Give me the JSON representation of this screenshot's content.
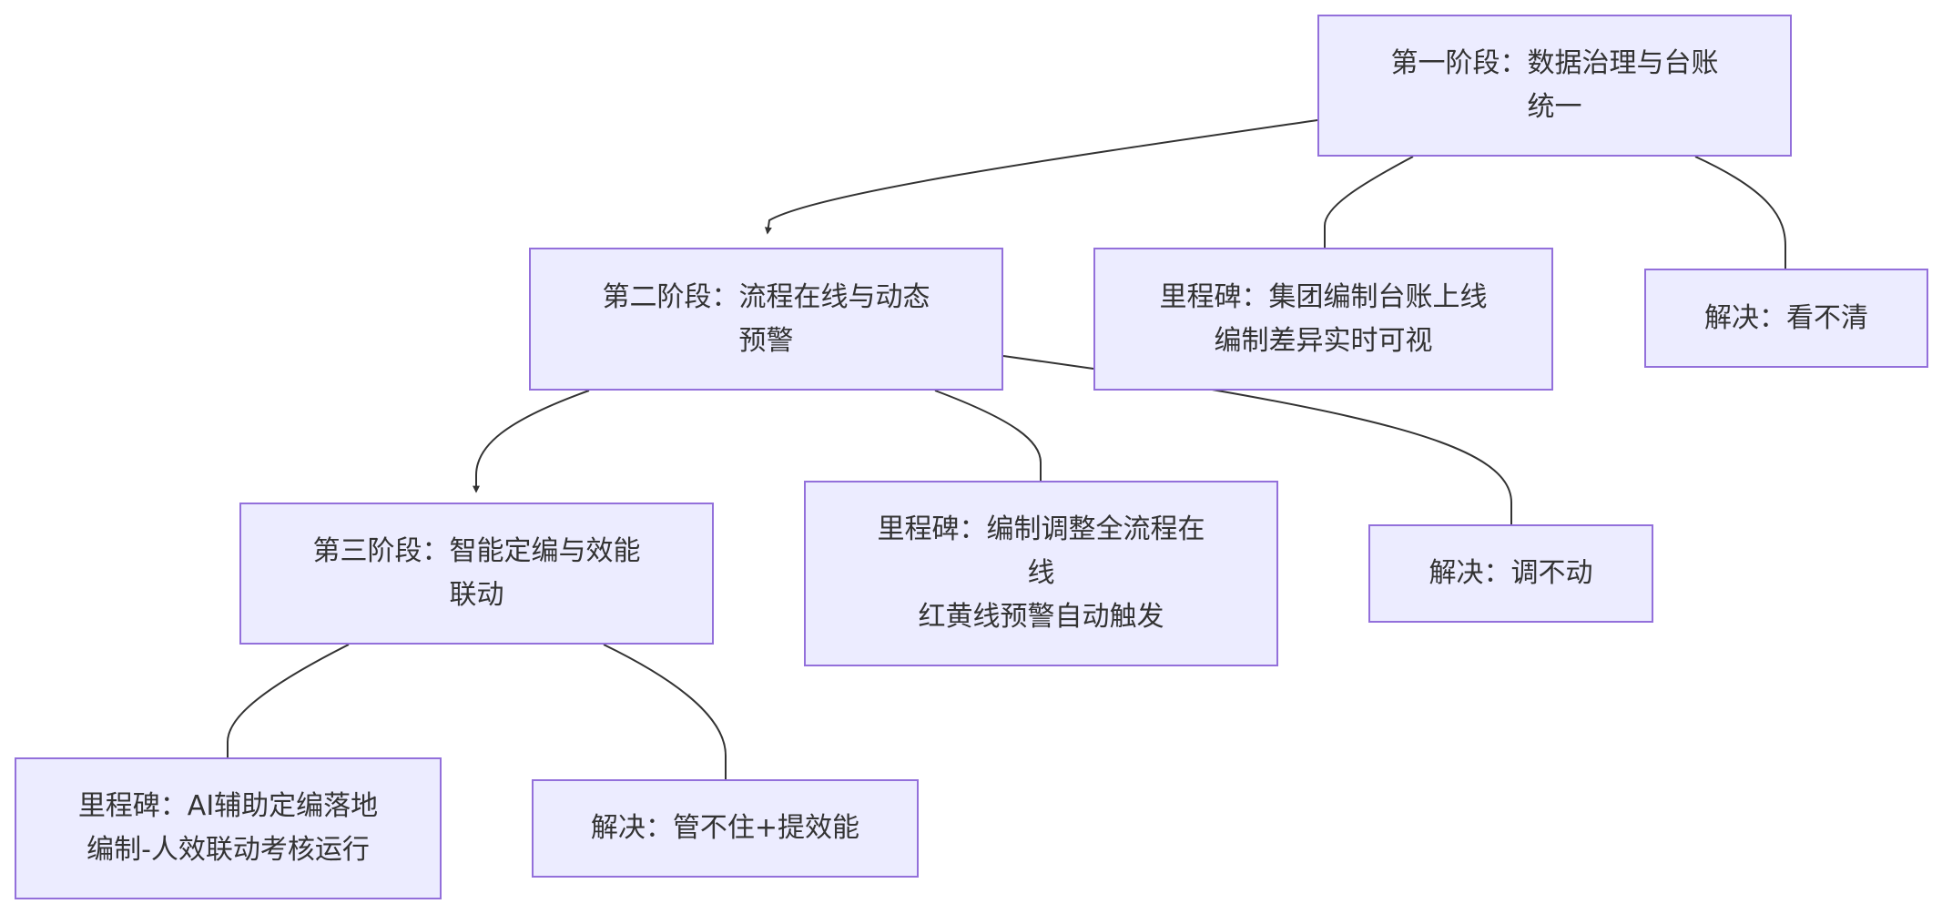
{
  "nodes": {
    "stage1": {
      "lines": [
        "第一阶段：数据治理与台账",
        "统一"
      ]
    },
    "stage2": {
      "lines": [
        "第二阶段：流程在线与动态",
        "预警"
      ]
    },
    "stage3": {
      "lines": [
        "第三阶段：智能定编与效能",
        "联动"
      ]
    },
    "milestone1": {
      "lines": [
        "里程碑：集团编制台账上线",
        "编制差异实时可视"
      ]
    },
    "solve1": {
      "lines": [
        "解决：看不清"
      ]
    },
    "milestone2": {
      "lines": [
        "里程碑：编制调整全流程在",
        "线",
        "红黄线预警自动触发"
      ]
    },
    "solve2": {
      "lines": [
        "解决：调不动"
      ]
    },
    "milestone3": {
      "lines": [
        "里程碑：AI辅助定编落地",
        "编制-人效联动考核运行"
      ]
    },
    "solve3": {
      "lines": [
        "解决：管不住+提效能"
      ]
    }
  },
  "colors": {
    "node_fill": "#ECECFF",
    "node_border": "#9370DB",
    "edge": "#333333",
    "text": "#333333"
  },
  "edges": [
    {
      "from": "stage1",
      "to": "stage2",
      "arrow": true
    },
    {
      "from": "stage1",
      "to": "milestone1",
      "arrow": false
    },
    {
      "from": "stage1",
      "to": "solve1",
      "arrow": false
    },
    {
      "from": "stage2",
      "to": "stage3",
      "arrow": true
    },
    {
      "from": "stage2",
      "to": "milestone2",
      "arrow": false
    },
    {
      "from": "stage2",
      "to": "solve2",
      "arrow": false
    },
    {
      "from": "stage3",
      "to": "milestone3",
      "arrow": false
    },
    {
      "from": "stage3",
      "to": "solve3",
      "arrow": false
    }
  ]
}
